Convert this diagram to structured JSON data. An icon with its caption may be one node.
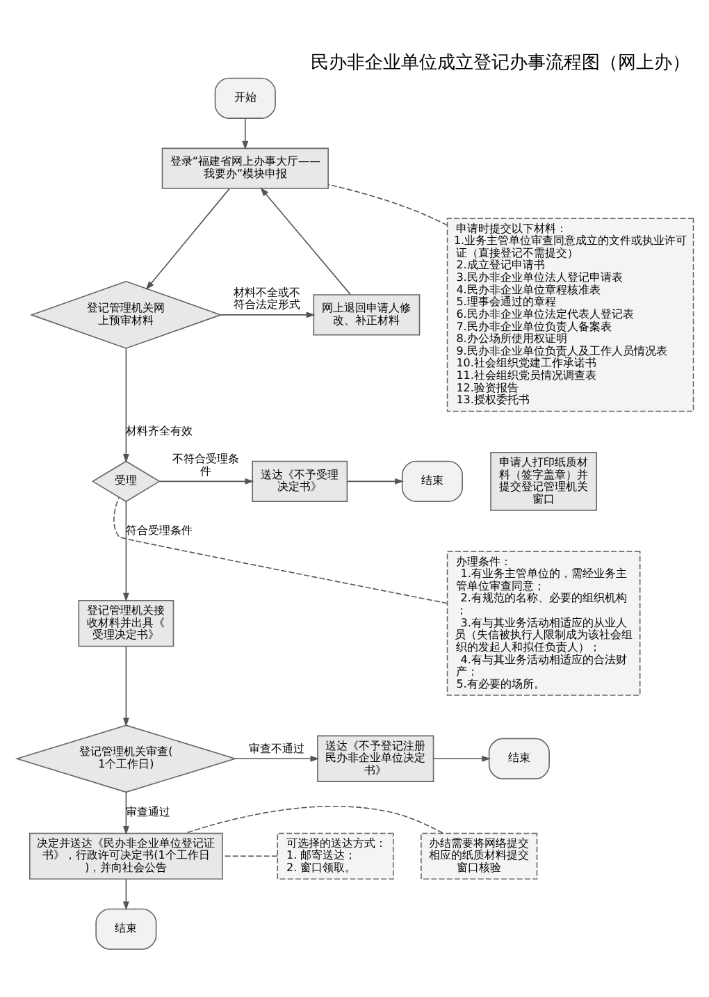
{
  "diagram": {
    "title": "民办非企业单位成立登记办事流程图（网上办）",
    "nodes": [
      {
        "text": [
          "开始"
        ]
      },
      {
        "text": [
          "登录“福建省网上办事大厅——我要办”模块申报"
        ]
      },
      {
        "text": [
          "网上退回申请人修改、补正材料"
        ]
      },
      {
        "text": [
          "登记管理机关网上预审材料"
        ]
      },
      {
        "text": [
          "申请人打印纸质材料（签字盖章）并提交登记管理机关窗口"
        ]
      },
      {
        "text": [
          "申请时提交以下材料：",
          "1.业务主管单位审查同意成立的文件或执业许可证（直接登记不需提交）",
          "2.成立登记申请书",
          "3.民办非企业单位法人登记申请表",
          "4.民办非企业单位章程核准表",
          "5.理事会通过的章程",
          "6.民办非企业单位法定代表人登记表",
          "7.民办非企业单位负责人备案表",
          "8.办公场所使用权证明",
          "9.民办非企业单位负责人及工作人员情况表",
          "10.社会组织党建工作承诺书",
          "11.社会组织党员情况调查表",
          "12.验资报告",
          "13.授权委托书"
        ]
      },
      {
        "text": [
          "办理条件：",
          "1.有业务主管单位的，需经业务主管单位审查同意；",
          "2.有规范的名称、必要的组织机构；",
          "3.有与其业务活动相适应的从业人员（失信被执行人限制成为该社会组织的发起人和拟任负责人）；",
          "4.有与其业务活动相适应的合法财产；",
          "5.有必要的场所。"
        ]
      },
      {
        "text": [
          "受理"
        ]
      },
      {
        "text": [
          "送达《不予受理决定书》"
        ]
      },
      {
        "text": [
          "结束"
        ]
      },
      {
        "text": [
          "登记管理机关接收材料并出具《受理决定书》"
        ]
      },
      {
        "text": [
          "登记管理机关审查(1个工作日)"
        ]
      },
      {
        "text": [
          "送达《不予登记注册民办非企业单位决定书》"
        ]
      },
      {
        "text": [
          "结束"
        ]
      },
      {
        "text": [
          "决定并送达《民办非企业单位登记证书》，行政许可决定书(1个工作日)，并向社会公告"
        ]
      },
      {
        "text": [
          "可选择的送达方式：",
          "1. 邮寄送达；",
          "2. 窗口领取。"
        ]
      },
      {
        "text": [
          "办结需要将网络提交相应的纸质材料提交窗口核验"
        ]
      },
      {
        "text": [
          "结束"
        ]
      }
    ],
    "edges": [
      {
        "from": 0,
        "to": 1,
        "arrow": "to"
      },
      {
        "from": 1,
        "to": 3,
        "arrow": "to"
      },
      {
        "from": 3,
        "to": 2,
        "arrow": "to",
        "label": "材料不全或不符合法定形式"
      },
      {
        "from": 2,
        "to": 1,
        "arrow": "to"
      },
      {
        "from": 5,
        "to": 1,
        "arrow": "none",
        "style": "dashed"
      },
      {
        "from": 3,
        "to": 7,
        "arrow": "to",
        "label": "材料齐全有效"
      },
      {
        "from": 6,
        "to": 7,
        "arrow": "none",
        "style": "dashed"
      },
      {
        "from": 7,
        "to": 8,
        "arrow": "to",
        "label": "不符合受理条件"
      },
      {
        "from": 8,
        "to": 9,
        "arrow": "to"
      },
      {
        "from": 7,
        "to": 10,
        "arrow": "to",
        "label": "符合受理条件"
      },
      {
        "from": 10,
        "to": 11,
        "arrow": "to"
      },
      {
        "from": 11,
        "to": 12,
        "arrow": "to",
        "label": "审查不通过"
      },
      {
        "from": 12,
        "to": 13,
        "arrow": "to"
      },
      {
        "from": 11,
        "to": 14,
        "arrow": "to",
        "label": "审查通过"
      },
      {
        "from": 15,
        "to": 14,
        "arrow": "none",
        "style": "dashed"
      },
      {
        "from": 16,
        "to": 14,
        "arrow": "none",
        "style": "dashed"
      },
      {
        "from": 14,
        "to": 17,
        "arrow": "to"
      }
    ]
  }
}
